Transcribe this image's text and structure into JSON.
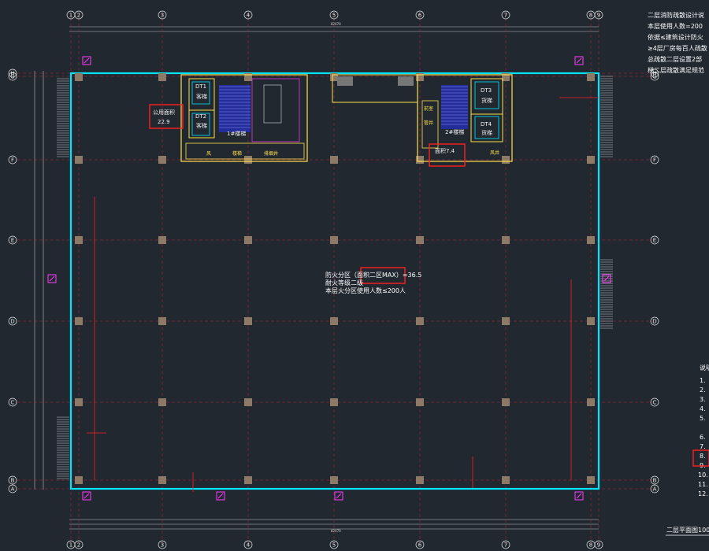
{
  "plan_title": "二层平面图",
  "plan_scale": "100",
  "axes_top": [
    "1",
    "2",
    "3",
    "4",
    "5",
    "6",
    "7",
    "8",
    "9"
  ],
  "axes_bottom": [
    "1",
    "2",
    "3",
    "4",
    "5",
    "6",
    "7",
    "8",
    "9"
  ],
  "axes_left": [
    "H",
    "G",
    "F",
    "E",
    "D",
    "C",
    "B",
    "A"
  ],
  "axes_right": [
    "H",
    "G",
    "F",
    "E",
    "D",
    "C",
    "B",
    "A"
  ],
  "top_total": "82670",
  "bottom_total": "82670",
  "center_note": [
    "防火分区（面积二区MAX）=36.5",
    "耐火等级二级",
    "本层火分区使用人数≤200人"
  ],
  "hall_area_label": "面积7.4",
  "stair_left": "1#楼梯",
  "stair_right": "2#楼梯",
  "elevators": [
    {
      "id": "DT1",
      "sub": "客梯"
    },
    {
      "id": "DT2",
      "sub": "客梯"
    },
    {
      "id": "DT3",
      "sub": "货梯"
    },
    {
      "id": "DT4",
      "sub": "货梯"
    }
  ],
  "room_left_label": "公用面积",
  "room_left_value": "22.9",
  "right_top_notes": [
    "二层消防疏散设计说",
    "本层使用人数=200",
    "依据≤建筑设计防火",
    "≥4层厂房每百人疏散",
    "总疏散二层设置2部",
    "梯二层疏散满足规范"
  ],
  "right_bottom_notes": [
    "说明",
    "1.",
    "2.",
    "3.",
    "4.",
    "5.",
    "6.",
    "7.",
    "8.",
    "9.",
    "10.",
    "11.",
    "12."
  ],
  "small_labels": [
    "风",
    "楼梯",
    "排烟井",
    "前室",
    "管井",
    "风井"
  ],
  "colors": {
    "background": "#212830",
    "outer_wall": "#00e5ff",
    "grid": "#c0203a",
    "column": "#8c7a66",
    "yellow": "#ffe14a",
    "magenta": "#ff3cff",
    "red_box": "#ff2020",
    "blue": "#3a3aff"
  }
}
